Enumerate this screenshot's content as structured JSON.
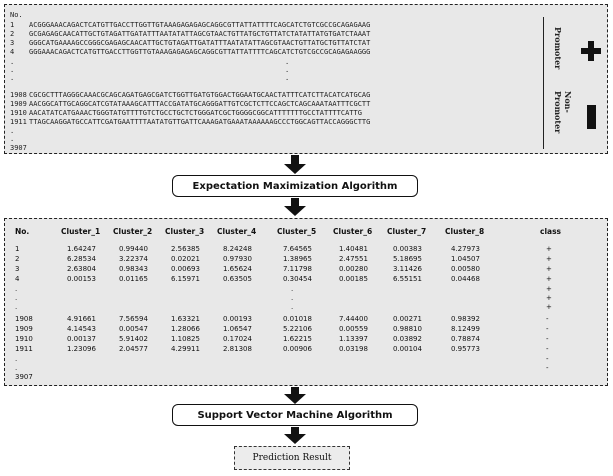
{
  "sequences": {
    "header": "No.",
    "rows": [
      {
        "n": "1",
        "seq": "ACGGGAAACAGACTCATGTTGACCTTGGTTGTAAAGAGAGAGCAGGCGTTATTATTTTCAGCATCTGTCGCCGCAGAGAAG"
      },
      {
        "n": "2",
        "seq": "GCGAGAGCAACATTGCTGTAGATTGATATTTAATATATTAGCGTAACTGTTATGCTGTTATCTATATTATGTGATCTAAAT"
      },
      {
        "n": "3",
        "seq": "GGGCATGAAAAGCCGGGCGAGAGCAACATTGCTGTAGATTGATATTTAATATATTAGCGTAACTGTTATGCTGTTATCTAT"
      },
      {
        "n": "4",
        "seq": "GGGAAACAGACTCATGTTGACCTTGGTTGTAAAGAGAGAGCAGGCGTTATTATTTTCAGCATCTGTCGCCGCAGAGAAGGG"
      },
      {
        "n": "1908",
        "seq": "CGCGCTTTAGGGCAAACGCAGCAGATGAGCGATCTGGTTGATGTGGACTGGAATGCAACTATTTCATCTTACATCATGCAG"
      },
      {
        "n": "1909",
        "seq": "AACGGCATTGCAGGCATCGTATAAAGCATTTACCGATATGCAGGGATTGTCGCTCTTCCAGCTCAGCAAATAATTTCGCTT"
      },
      {
        "n": "1910",
        "seq": "AACATATCATGAAACTGGGTATGTTTTGTCTGCCTGCTCTGGGATCGCTGGGGCGGCATTTTTTTGCCTATTTTCATTG"
      },
      {
        "n": "1911",
        "seq": "TTAGCAAGGATGCCATTCGATGAATTTTAATATGTTGATTCAAAGATGAAATAAAAAAGCCCTGGCAGTTACCAGGGCTTG"
      }
    ],
    "last_n": "3907",
    "dots": ".",
    "promoter_label": "Promoter",
    "promoter_symbol": "+",
    "nonpromoter_label": "Non-Promoter",
    "nonpromoter_symbol": "-"
  },
  "step1": {
    "label": "Expectation Maximization Algorithm"
  },
  "table": {
    "headers": [
      "No.",
      "Cluster_1",
      "Cluster_2",
      "Cluster_3",
      "Cluster_4",
      "Cluster_5",
      "Cluster_6",
      "Cluster_7",
      "Cluster_8",
      "class"
    ],
    "rows": [
      [
        "1",
        "1.64247",
        "0.99440",
        "2.56385",
        "8.24248",
        "7.64565",
        "1.40481",
        "0.00383",
        "4.27973",
        "+"
      ],
      [
        "2",
        "6.28534",
        "3.22374",
        "0.02021",
        "0.97930",
        "1.38965",
        "2.47551",
        "5.18695",
        "1.04507",
        "+"
      ],
      [
        "3",
        "2.63804",
        "0.98343",
        "0.00693",
        "1.65624",
        "7.11798",
        "0.00280",
        "3.11426",
        "0.00580",
        "+"
      ],
      [
        "4",
        "0.00153",
        "0.01165",
        "6.15971",
        "0.63505",
        "0.30454",
        "0.00185",
        "6.55151",
        "0.04468",
        "+"
      ],
      [
        "1908",
        "4.91661",
        "7.56594",
        "1.63321",
        "0.00193",
        "0.01018",
        "7.44400",
        "0.00271",
        "0.98392",
        "-"
      ],
      [
        "1909",
        "4.14543",
        "0.00547",
        "1.28066",
        "1.06547",
        "5.22106",
        "0.00559",
        "0.98810",
        "8.12499",
        "-"
      ],
      [
        "1910",
        "0.00137",
        "5.91402",
        "1.10825",
        "0.17024",
        "1.62215",
        "1.13397",
        "0.03892",
        "0.78874",
        "-"
      ],
      [
        "1911",
        "1.23096",
        "2.04577",
        "4.29911",
        "2.81308",
        "0.00906",
        "0.03198",
        "0.00104",
        "0.95773",
        "-"
      ]
    ],
    "last_n": "3907",
    "dot": ".",
    "plus": "+",
    "minus": "-"
  },
  "step2": {
    "label": "Support Vector Machine Algorithm"
  },
  "result": {
    "label": "Prediction Result"
  }
}
